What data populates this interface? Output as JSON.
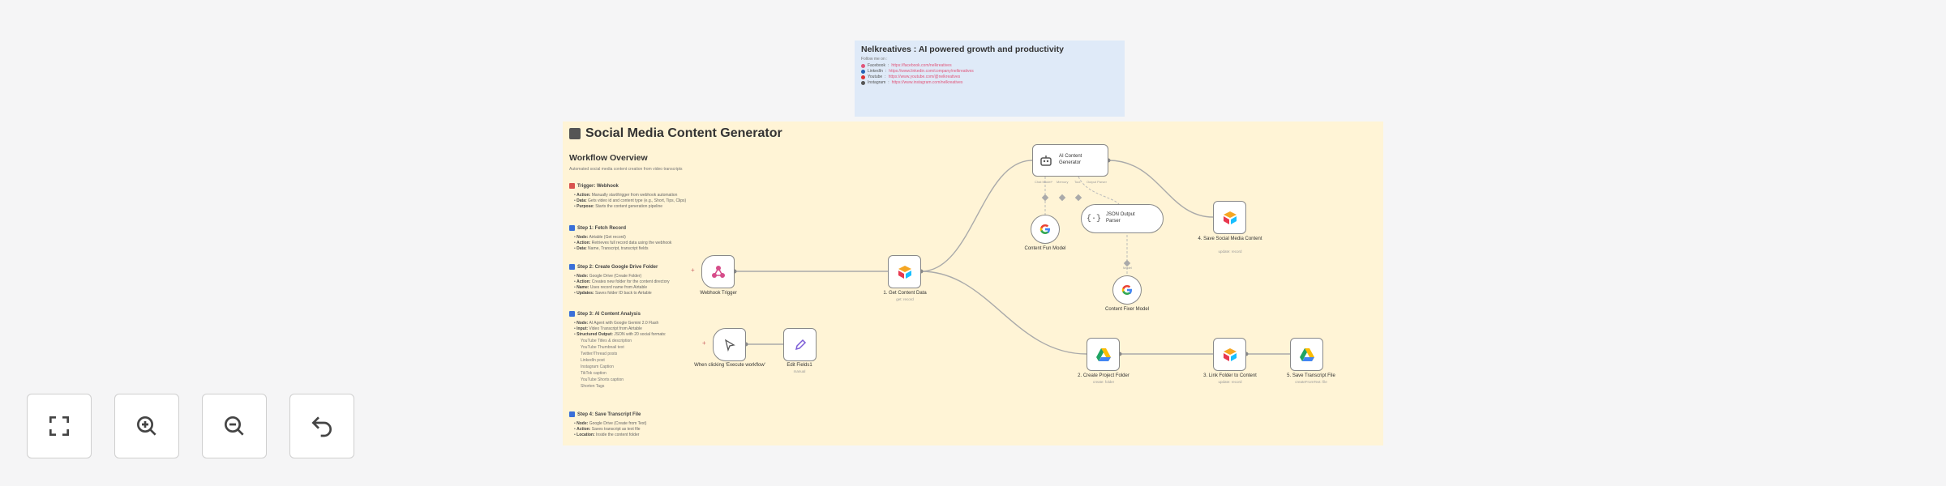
{
  "note_top": {
    "title": "Nelkreatives : AI powered growth and productivity",
    "subtitle": "Follow me on :",
    "links": [
      {
        "platform": "Facebook",
        "url": "https://facebook.com/nelkreatives",
        "color": "#e0567a"
      },
      {
        "platform": "LinkedIn",
        "url": "https://www.linkedin.com/company/nelkreatives",
        "color": "#2563b5"
      },
      {
        "platform": "Youtube",
        "url": "https://www.youtube.com/@nelkreatives",
        "color": "#d33"
      },
      {
        "platform": "Instagram",
        "url": "https://www.instagram.com/nelkreatives",
        "color": "#555"
      }
    ]
  },
  "note_main": {
    "title": "Social Media Content Generator",
    "overview_title": "Workflow Overview",
    "overview_desc": "Automated social media content creation from video transcripts",
    "sections": [
      {
        "title": "Trigger: Webhook",
        "color": "#d9534f",
        "items": [
          {
            "k": "Action:",
            "v": "Manually start/trigger from webhook automation"
          },
          {
            "k": "Data:",
            "v": "Gets video id and content type (e.g., Short, Tips, Clips)"
          },
          {
            "k": "Purpose:",
            "v": "Starts the content generation pipeline"
          }
        ]
      },
      {
        "title": "Step 1: Fetch Record",
        "color": "#3a6fd8",
        "items": [
          {
            "k": "Node:",
            "v": "Airtable (Get record)"
          },
          {
            "k": "Action:",
            "v": "Retrieves full record data using the webhook"
          },
          {
            "k": "Data:",
            "v": "Name, Transcript, transcript fields"
          }
        ]
      },
      {
        "title": "Step 2: Create Google Drive Folder",
        "color": "#3a6fd8",
        "items": [
          {
            "k": "Node:",
            "v": "Google Drive (Create Folder)"
          },
          {
            "k": "Action:",
            "v": "Creates new folder for the content directory"
          },
          {
            "k": "Name:",
            "v": "Uses record name from Airtable"
          },
          {
            "k": "Updates:",
            "v": "Saves folder ID back to Airtable"
          }
        ]
      },
      {
        "title": "Step 3: AI Content Analysis",
        "color": "#3a6fd8",
        "items": [
          {
            "k": "Node:",
            "v": "AI Agent with Google Gemini 2.0 Flash"
          },
          {
            "k": "Input:",
            "v": "Video Transcript from Airtable"
          },
          {
            "k": "Structured Output:",
            "v": "JSON with 20 social formats:"
          }
        ],
        "sub": [
          "YouTube Titles & description",
          "YouTube Thumbnail text",
          "Twitter/Thread posts",
          "LinkedIn post",
          "Instagram Caption",
          "TikTok caption",
          "YouTube Shorts caption",
          "Shorten Tags"
        ]
      },
      {
        "title": "Step 4: Save Transcript File",
        "color": "#3a6fd8",
        "items": [
          {
            "k": "Node:",
            "v": "Google Drive (Create from Text)"
          },
          {
            "k": "Action:",
            "v": "Saves transcript as text file"
          },
          {
            "k": "Location:",
            "v": "Inside the content folder"
          }
        ]
      }
    ]
  },
  "nodes": {
    "webhook": {
      "label": "Webhook Trigger"
    },
    "get_content": {
      "label": "1. Get Content Data",
      "sub": "get: record"
    },
    "ai_agent": {
      "label": "AI Content Generator"
    },
    "chat_model": {
      "label": "Content Fun Model"
    },
    "json_parser": {
      "label": "JSON Output Parser"
    },
    "fixer_model": {
      "label": "Content Fixer Model"
    },
    "save_content": {
      "label": "4. Save Social Media Content",
      "sub": "update: record"
    },
    "create_folder": {
      "label": "2. Create Project Folder",
      "sub": "create: folder"
    },
    "link_folder": {
      "label": "3. Link Folder to Content",
      "sub": "update: record"
    },
    "save_transcript": {
      "label": "5. Save Transcript File",
      "sub": "createFromText: file"
    },
    "manual_trigger": {
      "label": "When clicking 'Execute workflow'"
    },
    "edit_fields": {
      "label": "Edit Fields1",
      "sub": "manual"
    },
    "ports": {
      "chat": "Chat Model*",
      "memory": "Memory",
      "tool": "Tool",
      "output": "Output Parser",
      "model": "Model"
    }
  },
  "controls": [
    {
      "name": "fit-view-button",
      "icon": "fit-view-icon"
    },
    {
      "name": "zoom-in-button",
      "icon": "zoom-in-icon"
    },
    {
      "name": "zoom-out-button",
      "icon": "zoom-out-icon"
    },
    {
      "name": "reset-zoom-button",
      "icon": "undo-icon"
    }
  ],
  "colors": {
    "canvas": "#f5f5f6",
    "note_blue": "#dfeaf8",
    "note_yellow": "#fff4d6",
    "airtable": "#f5a623",
    "drive": "#1fa463",
    "gemini": "#4285f4"
  }
}
